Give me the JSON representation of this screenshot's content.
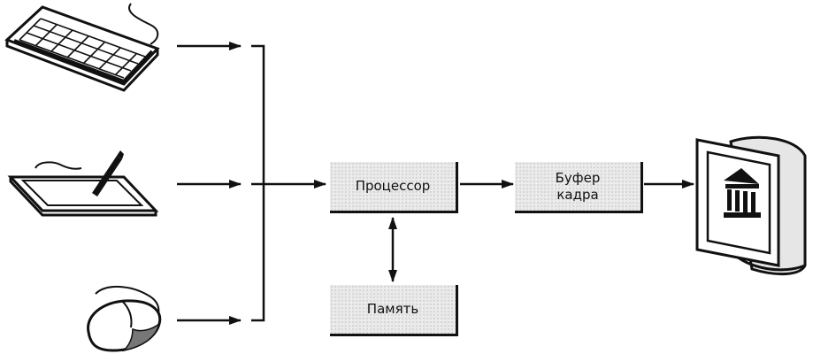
{
  "nodes": {
    "processor": {
      "label": "Процессор"
    },
    "framebuffer": {
      "label": "Буфер\nкадра"
    },
    "memory": {
      "label": "Память"
    }
  },
  "devices": {
    "inputs": [
      "keyboard-icon",
      "graphics-tablet-icon",
      "mouse-icon"
    ],
    "output": "monitor-icon"
  },
  "colors": {
    "ink": "#111111",
    "box_fill": "#e9e9e9"
  }
}
